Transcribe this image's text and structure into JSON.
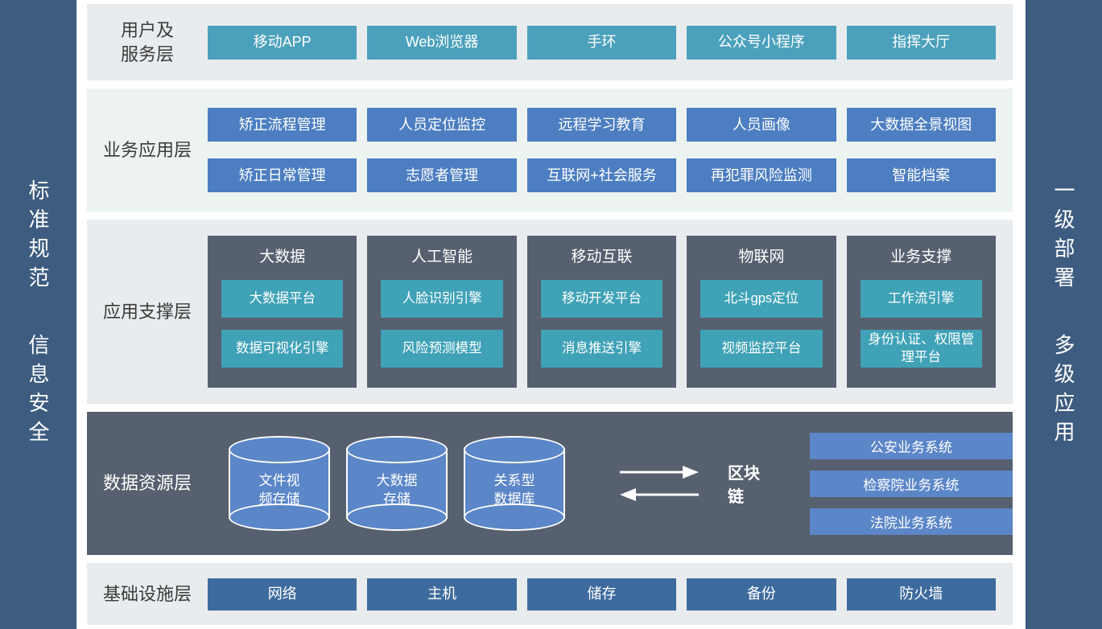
{
  "colors": {
    "banner": "#3d5c80",
    "teal": "#4ba1bc",
    "blue": "#4c7ec1",
    "dark_slate": "#57606e",
    "support_teal": "#3fa2b7",
    "data_blue": "#5b86c8",
    "navy": "#3e6b9e",
    "layer_bg_gray": "#e9ecee",
    "layer_bg_mint": "#edf3f0"
  },
  "sidebar_left": {
    "group1": "标准规范",
    "group2": "信息安全"
  },
  "sidebar_right": {
    "group1": "一级部署",
    "group2": "多级应用"
  },
  "layer_user": {
    "title": "用户及\n服务层",
    "items": [
      "移动APP",
      "Web浏览器",
      "手环",
      "公众号小程序",
      "指挥大厅"
    ]
  },
  "layer_business": {
    "title": "业务应用层",
    "row1": [
      "矫正流程管理",
      "人员定位监控",
      "远程学习教育",
      "人员画像",
      "大数据全景视图"
    ],
    "row2": [
      "矫正日常管理",
      "志愿者管理",
      "互联网+社会服务",
      "再犯罪风险监测",
      "智能档案"
    ]
  },
  "layer_support": {
    "title": "应用支撑层",
    "columns": [
      {
        "title": "大数据",
        "items": [
          "大数据平台",
          "数据可视化引擎"
        ]
      },
      {
        "title": "人工智能",
        "items": [
          "人脸识别引擎",
          "风险预测模型"
        ]
      },
      {
        "title": "移动互联",
        "items": [
          "移动开发平台",
          "消息推送引擎"
        ]
      },
      {
        "title": "物联网",
        "items": [
          "北斗gps定位",
          "视频监控平台"
        ]
      },
      {
        "title": "业务支撑",
        "items": [
          "工作流引擎",
          "身份认证、权限管理平台"
        ]
      }
    ]
  },
  "layer_data": {
    "title": "数据资源层",
    "cylinders": [
      "文件视\n频存储",
      "大数据\n存储",
      "关系型\n数据库"
    ],
    "blockchain_label": "区块链",
    "systems": [
      "公安业务系统",
      "检察院业务系统",
      "法院业务系统"
    ]
  },
  "layer_infra": {
    "title": "基础设施层",
    "items": [
      "网络",
      "主机",
      "储存",
      "备份",
      "防火墙"
    ]
  }
}
